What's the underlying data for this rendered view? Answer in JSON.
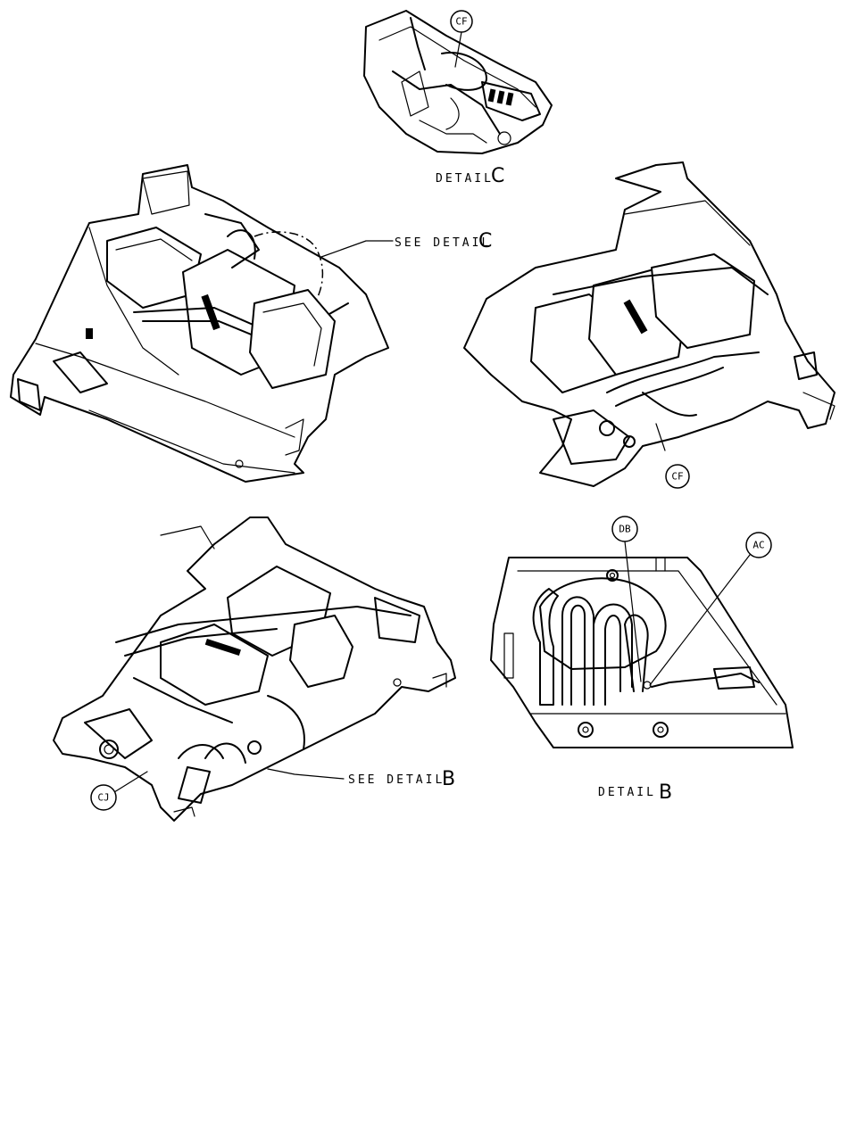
{
  "detail_c_view": {
    "title_word": "DETAIL",
    "title_letter": "C",
    "callout": "CF"
  },
  "assembly_view_1": {
    "see_detail_word": "SEE DETAIL",
    "see_detail_letter": "C"
  },
  "assembly_view_2": {
    "callout": "CF"
  },
  "assembly_view_3": {
    "callout": "CJ",
    "see_detail_word": "SEE DETAIL",
    "see_detail_letter": "B"
  },
  "detail_b_view": {
    "title_word": "DETAIL",
    "title_letter": "B",
    "callout_1": "DB",
    "callout_2": "AC"
  }
}
